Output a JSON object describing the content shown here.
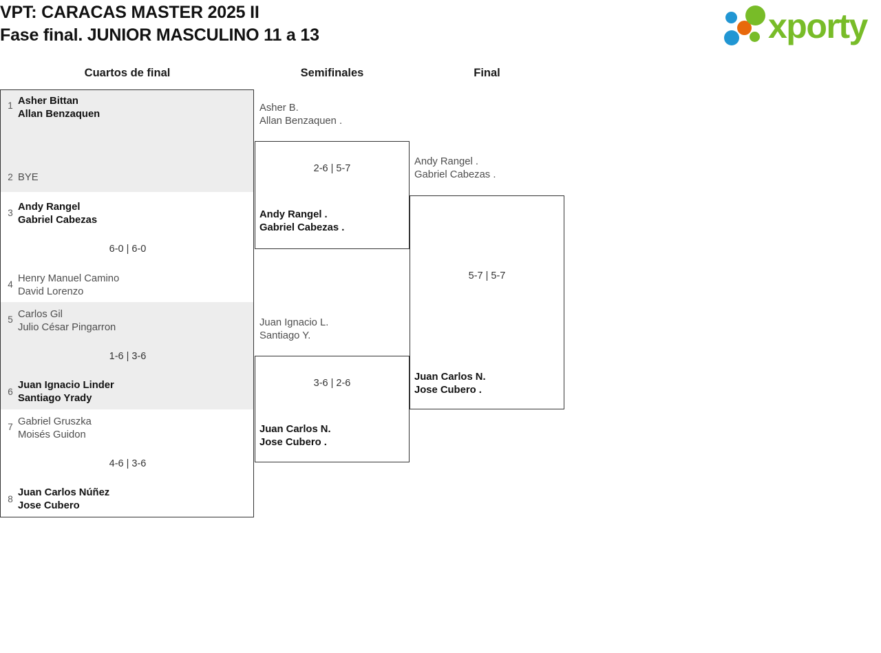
{
  "header": {
    "title_line1": "VPT: CARACAS MASTER 2025 II",
    "title_line2": "Fase final. JUNIOR MASCULINO 11 a 13",
    "logo_text": "xporty",
    "logo_colors": {
      "green": "#78bc28",
      "blue": "#2196d3",
      "orange": "#e8690b"
    }
  },
  "rounds": [
    {
      "label": "Cuartos de final"
    },
    {
      "label": "Semifinales"
    },
    {
      "label": "Final"
    }
  ],
  "round1": [
    {
      "seed_top": "1",
      "top_players": [
        "Asher Bittan",
        "Allan Benzaquen"
      ],
      "top_status": "winner",
      "seed_bottom": "2",
      "bottom_players": [
        "BYE"
      ],
      "bottom_status": "loser",
      "score": ""
    },
    {
      "seed_top": "3",
      "top_players": [
        "Andy Rangel",
        "Gabriel Cabezas"
      ],
      "top_status": "winner",
      "seed_bottom": "4",
      "bottom_players": [
        "Henry Manuel Camino",
        "David Lorenzo"
      ],
      "bottom_status": "loser",
      "score": "6-0 | 6-0"
    },
    {
      "seed_top": "5",
      "top_players": [
        "Carlos Gil",
        "Julio César Pingarron"
      ],
      "top_status": "loser",
      "seed_bottom": "6",
      "bottom_players": [
        "Juan Ignacio Linder",
        "Santiago Yrady"
      ],
      "bottom_status": "winner",
      "score": "1-6 | 3-6"
    },
    {
      "seed_top": "7",
      "top_players": [
        "Gabriel Gruszka",
        "Moisés Guidon"
      ],
      "top_status": "loser",
      "seed_bottom": "8",
      "bottom_players": [
        "Juan Carlos Núñez",
        "Jose Cubero"
      ],
      "bottom_status": "winner",
      "score": "4-6 | 3-6"
    }
  ],
  "semifinals": [
    {
      "top_players": [
        "Asher B.",
        "Allan Benzaquen ."
      ],
      "top_status": "loser",
      "bottom_players": [
        "Andy Rangel .",
        "Gabriel Cabezas ."
      ],
      "bottom_status": "winner",
      "score": "2-6 | 5-7"
    },
    {
      "top_players": [
        "Juan Ignacio L.",
        "Santiago Y."
      ],
      "top_status": "loser",
      "bottom_players": [
        "Juan Carlos N.",
        "Jose Cubero ."
      ],
      "bottom_status": "winner",
      "score": "3-6 | 2-6"
    }
  ],
  "final": {
    "top_players": [
      "Andy Rangel .",
      "Gabriel Cabezas ."
    ],
    "top_status": "loser",
    "bottom_players": [
      "Juan Carlos N.",
      "Jose Cubero ."
    ],
    "bottom_status": "winner",
    "score": "5-7 | 5-7"
  }
}
